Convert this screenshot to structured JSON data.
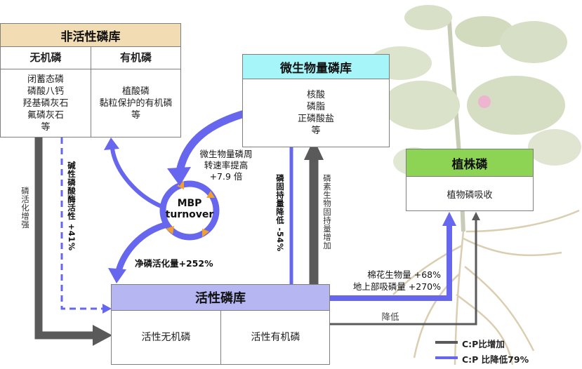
{
  "non_active_pool": {
    "title": "非活性磷库",
    "inorganic_header": "无机磷",
    "organic_header": "有机磷",
    "inorganic_items": [
      "闭蓄态磷",
      "磷酸八钙",
      "羟基磷灰石",
      "氟磷灰石",
      "等"
    ],
    "organic_items": [
      "植酸磷",
      "黏粒保护的有机磷",
      "等"
    ]
  },
  "microbial_pool": {
    "title": "微生物量磷库",
    "items": [
      "核酸",
      "磷脂",
      "正磷酸盐",
      "等"
    ]
  },
  "plant_pool": {
    "title": "植株磷",
    "item": "植物磷吸收"
  },
  "active_pool": {
    "title": "活性磷库",
    "inorganic": "活性无机磷",
    "organic": "活性有机磷"
  },
  "mbp_circle": {
    "line1": "MBP",
    "line2": "turnover"
  },
  "annotations": {
    "turnover_rate": [
      "微生物量磷周",
      "转速率提高",
      "+7.9 倍"
    ],
    "net_activation": "净磷活化量+252%",
    "phosphatase": "碱性磷酸酶活性  +41%",
    "activation_enhanced": "磷活化增强",
    "immobilization_down": "磷固持量降低 -54%",
    "immobilization_up": "磷素生物固持量增加",
    "cotton_biomass": "棉花生物量 +68%",
    "shoot_uptake": "地上部吸磷量 +270%",
    "decrease": "降低"
  },
  "legend": {
    "increase": "C:P比增加",
    "decrease": "C:P 比降低79%"
  },
  "colors": {
    "blue": "#6666ee",
    "gray": "#5a5a5a",
    "header_nonactive": "#f2dcb4",
    "header_microbial": "#a6f5f8",
    "header_plant": "#8ed454",
    "header_active": "#b6b6f2"
  }
}
